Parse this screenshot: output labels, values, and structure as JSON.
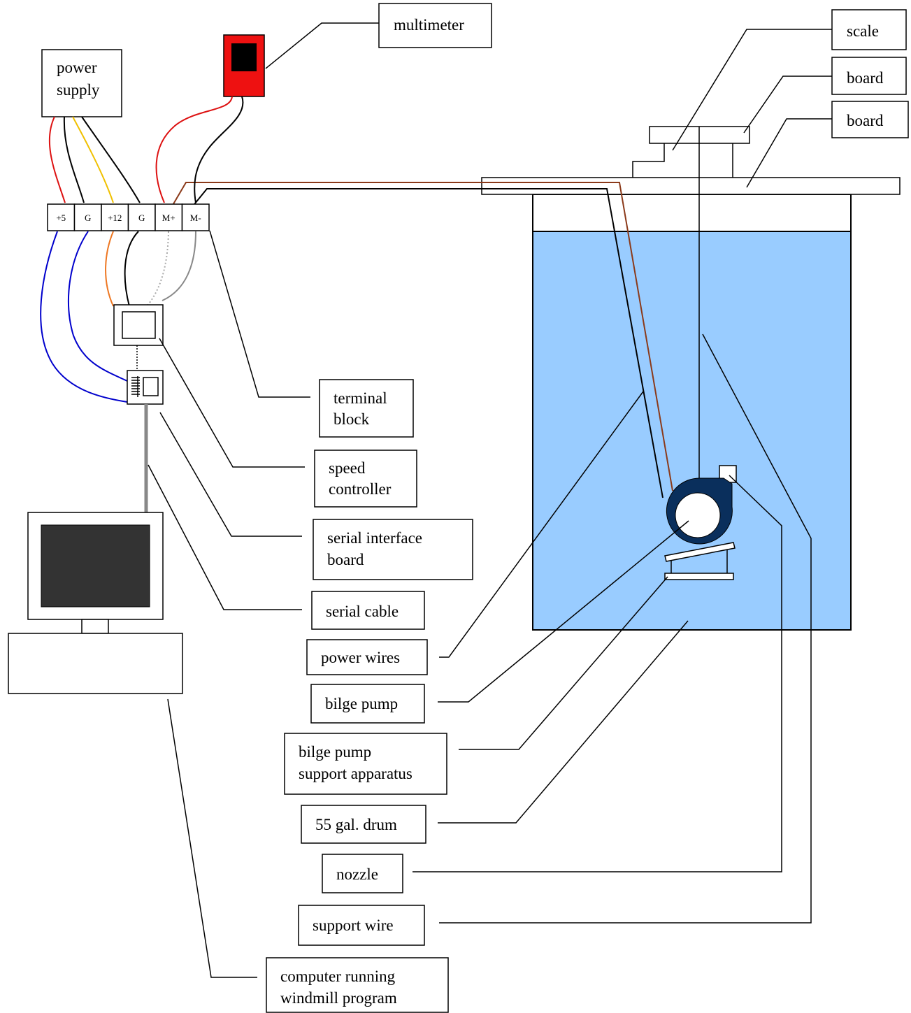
{
  "colors": {
    "water": "#99ccff",
    "pump_housing": "#0a2f5c",
    "multimeter_body": "#ee1111",
    "monitor_screen": "#333333",
    "wire_red": "#dd1111",
    "wire_yellow": "#f0c000",
    "wire_orange": "#ee7722",
    "wire_blue": "#0000cc",
    "wire_brown": "#8b3a1a",
    "wire_gray": "#888888",
    "wire_black": "#000000"
  },
  "terminals": [
    "+5",
    "G",
    "+12",
    "G",
    "M+",
    "M-"
  ],
  "labels": {
    "multimeter": "multimeter",
    "power_supply": [
      "power",
      "supply"
    ],
    "scale": "scale",
    "board_top": "board",
    "board_main": "board",
    "terminal_block": [
      "terminal",
      "block"
    ],
    "speed_controller": [
      "speed",
      "controller"
    ],
    "serial_interface_board": [
      "serial interface",
      "board"
    ],
    "serial_cable": "serial cable",
    "power_wires": "power wires",
    "bilge_pump": "bilge pump",
    "bilge_pump_support": [
      "bilge pump",
      "support apparatus"
    ],
    "drum": "55 gal. drum",
    "nozzle": "nozzle",
    "support_wire": "support wire",
    "computer": [
      "computer running",
      "windmill program"
    ]
  }
}
